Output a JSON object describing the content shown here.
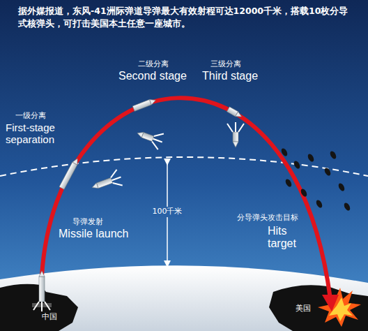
{
  "diagram": {
    "title": "据外媒报道，东风-41洲际弹道导弹最大有效射程可达12000千米，搭载10枚分导式核弹头，可打击美国本土任意一座城市。",
    "labels": [
      "一级分离",
      "First-stage separation",
      "二级分离",
      "Second stage",
      "三级分离",
      "Third stage",
      "100千米",
      "导弹发射",
      "Missile launch",
      "分导弹头攻击目标",
      "Hits target",
      "中国",
      "美国"
    ]
  }
}
